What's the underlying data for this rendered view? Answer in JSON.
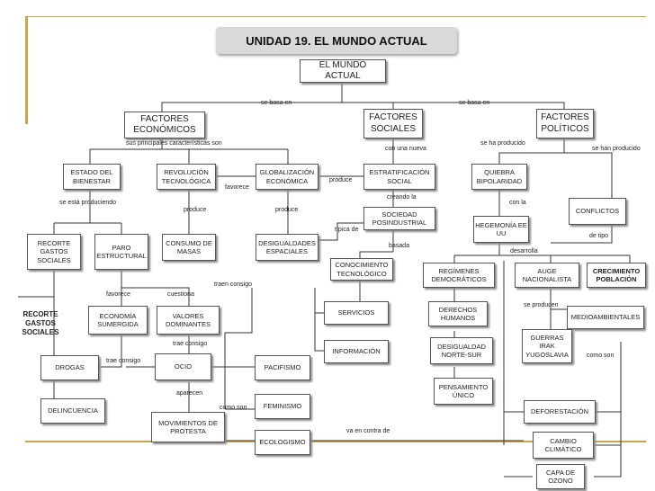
{
  "title": "UNIDAD 19. EL MUNDO ACTUAL",
  "nodes": {
    "mundo": "EL MUNDO ACTUAL",
    "economicos": "FACTORES ECONÓMICOS",
    "sociales": "FACTORES SOCIALES",
    "politicos": "FACTORES POLÍTICOS",
    "estado": "ESTADO DEL BIENESTAR",
    "revolucion": "REVOLUCIÓN TECNOLÓGICA",
    "globalizacion": "GLOBALIZACIÓN ECONÓMICA",
    "estratificacion": "ESTRATIFICACIÓN SOCIAL",
    "quiebra": "QUIEBRA BIPOLARIDAD",
    "recorte1": "RECORTE GASTOS SOCIALES",
    "paro": "PARO ESTRUCTURAL",
    "consumo": "CONSUMO DE MASAS",
    "desigualdades": "DESIGUALDADES ESPACIALES",
    "sociedad": "SOCIEDAD POSINDUSTRIAL",
    "hegemonia": "HEGEMONÍA EE UU",
    "conflictos": "CONFLICTOS",
    "conocimiento": "CONOCIMIENTO TECNOLÓGICO",
    "regimenes": "REGÍMENES DEMOCRÁTICOS",
    "auge": "AUGE NACIONALISTA",
    "crecimiento": "CRECIMIENTO POBLACIÓN",
    "recorte2": "RECORTE GASTOS SOCIALES",
    "economia": "ECONOMÍA SUMERGIDA",
    "valores": "VALORES DOMINANTES",
    "servicios": "SERVICIOS",
    "derechos": "DERECHOS HUMANOS",
    "medioambientales": "MEDIOAMBIENTALES",
    "informacion": "INFORMACIÓN",
    "desigualdad": "DESIGUALDAD NORTE-SUR",
    "guerras": "GUERRAS IRAK YUGOSLAVIA",
    "drogas": "DROGAS",
    "ocio": "OCIO",
    "pacifismo": "PACIFISMO",
    "pensamiento": "PENSAMIENTO ÚNICO",
    "feminismo": "FEMINISMO",
    "deforestacion": "DEFORESTACIÓN",
    "delincuencia": "DELINCUENCIA",
    "movimientos": "MOVIMIENTOS DE PROTESTA",
    "ecologismo": "ECOLOGISMO",
    "cambio": "CAMBIO CLIMÁTICO",
    "capa": "CAPA DE OZONO"
  },
  "labels": {
    "se_basa_1": "se basa en",
    "se_basa_2": "se basa en",
    "caracteristicas": "sus principales características son",
    "con_una_nueva": "con una nueva",
    "se_ha_producido": "se ha producido",
    "se_han_producido": "se han producido",
    "favorece_1": "favorece",
    "produce_1": "produce",
    "se_esta_produciendo": "se está produciendo",
    "produce_2": "produce",
    "produce_3": "produce",
    "creando_la": "creando la",
    "con_la": "con la",
    "tipica_de": "típica de",
    "basada": "basada",
    "de_tipo": "de tipo",
    "desarrolla": "desarrolla",
    "traen_consigo_1": "traen consigo",
    "favorece_2": "favorece",
    "cuestiona": "cuestiona",
    "se_producen": "se producen",
    "trae_consigo_2": "trae consigo",
    "trae_consigo_3": "trae consigo",
    "como_son_1": "como son",
    "aparecen": "aparecen",
    "como_son_2": "como son",
    "va_en_contra_de": "va en contra de"
  }
}
